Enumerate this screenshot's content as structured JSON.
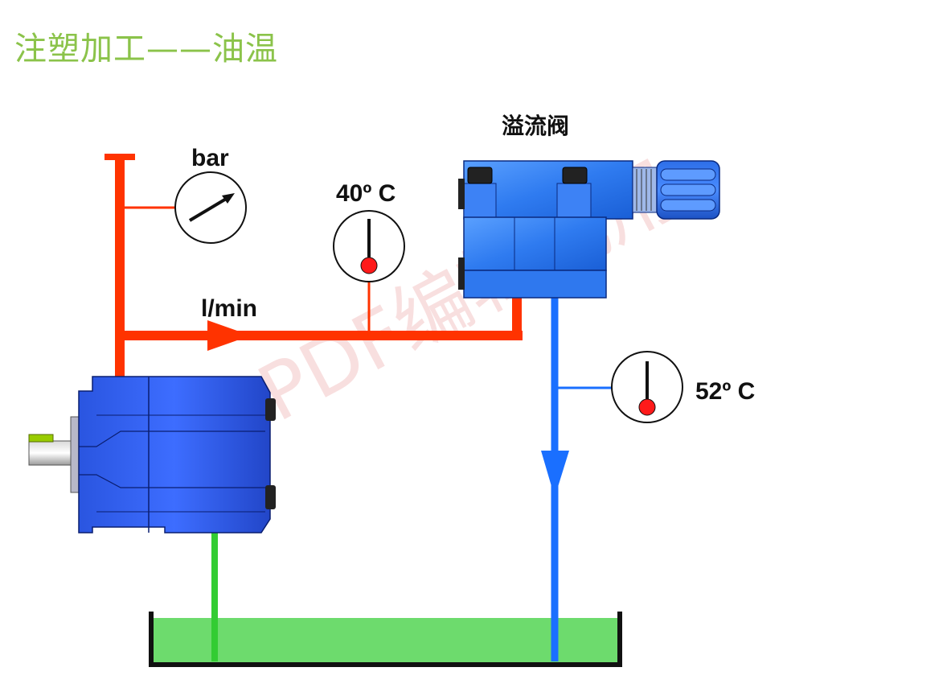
{
  "title": "注塑加工——油温",
  "labels": {
    "relief_valve": "溢流阀",
    "pressure_unit": "bar",
    "flow_unit": "l/min",
    "temp_supply": "40º C",
    "temp_return": "52º C"
  },
  "watermark": "WPS PDF编辑试用",
  "colors": {
    "pressure_line": "#ff3300",
    "return_line": "#1a6fff",
    "suction_line": "#33cc33",
    "tank_oil": "#6ddb6d",
    "component_blue": "#3366ff",
    "title": "#8bc34a",
    "indicator_red": "#ff1a1a"
  }
}
